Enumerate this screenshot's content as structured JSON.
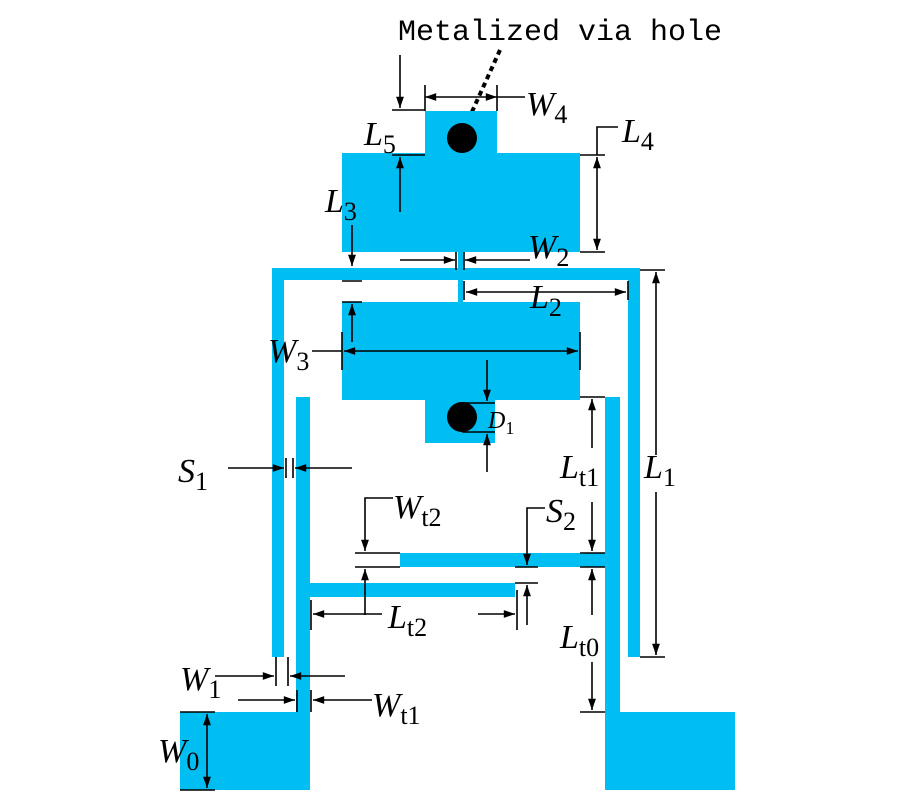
{
  "title": "Metalized via hole",
  "colors": {
    "copper": "#00bdf2",
    "via": "#000000",
    "annotation": "#000000"
  },
  "labels": {
    "W4": {
      "main": "W",
      "sub": "4"
    },
    "L5": {
      "main": "L",
      "sub": "5"
    },
    "L4": {
      "main": "L",
      "sub": "4"
    },
    "L3": {
      "main": "L",
      "sub": "3"
    },
    "W2": {
      "main": "W",
      "sub": "2"
    },
    "L2": {
      "main": "L",
      "sub": "2"
    },
    "W3": {
      "main": "W",
      "sub": "3"
    },
    "D1": {
      "main": "D",
      "sub": "1"
    },
    "S1": {
      "main": "S",
      "sub": "1"
    },
    "Lt1": {
      "main": "L",
      "sub": "t1"
    },
    "L1": {
      "main": "L",
      "sub": "1"
    },
    "Wt2": {
      "main": "W",
      "sub": "t2"
    },
    "S2": {
      "main": "S",
      "sub": "2"
    },
    "Lt2": {
      "main": "L",
      "sub": "t2"
    },
    "Lt0": {
      "main": "L",
      "sub": "t0"
    },
    "W1": {
      "main": "W",
      "sub": "1"
    },
    "Wt1": {
      "main": "W",
      "sub": "t1"
    },
    "W0": {
      "main": "W",
      "sub": "0"
    }
  }
}
